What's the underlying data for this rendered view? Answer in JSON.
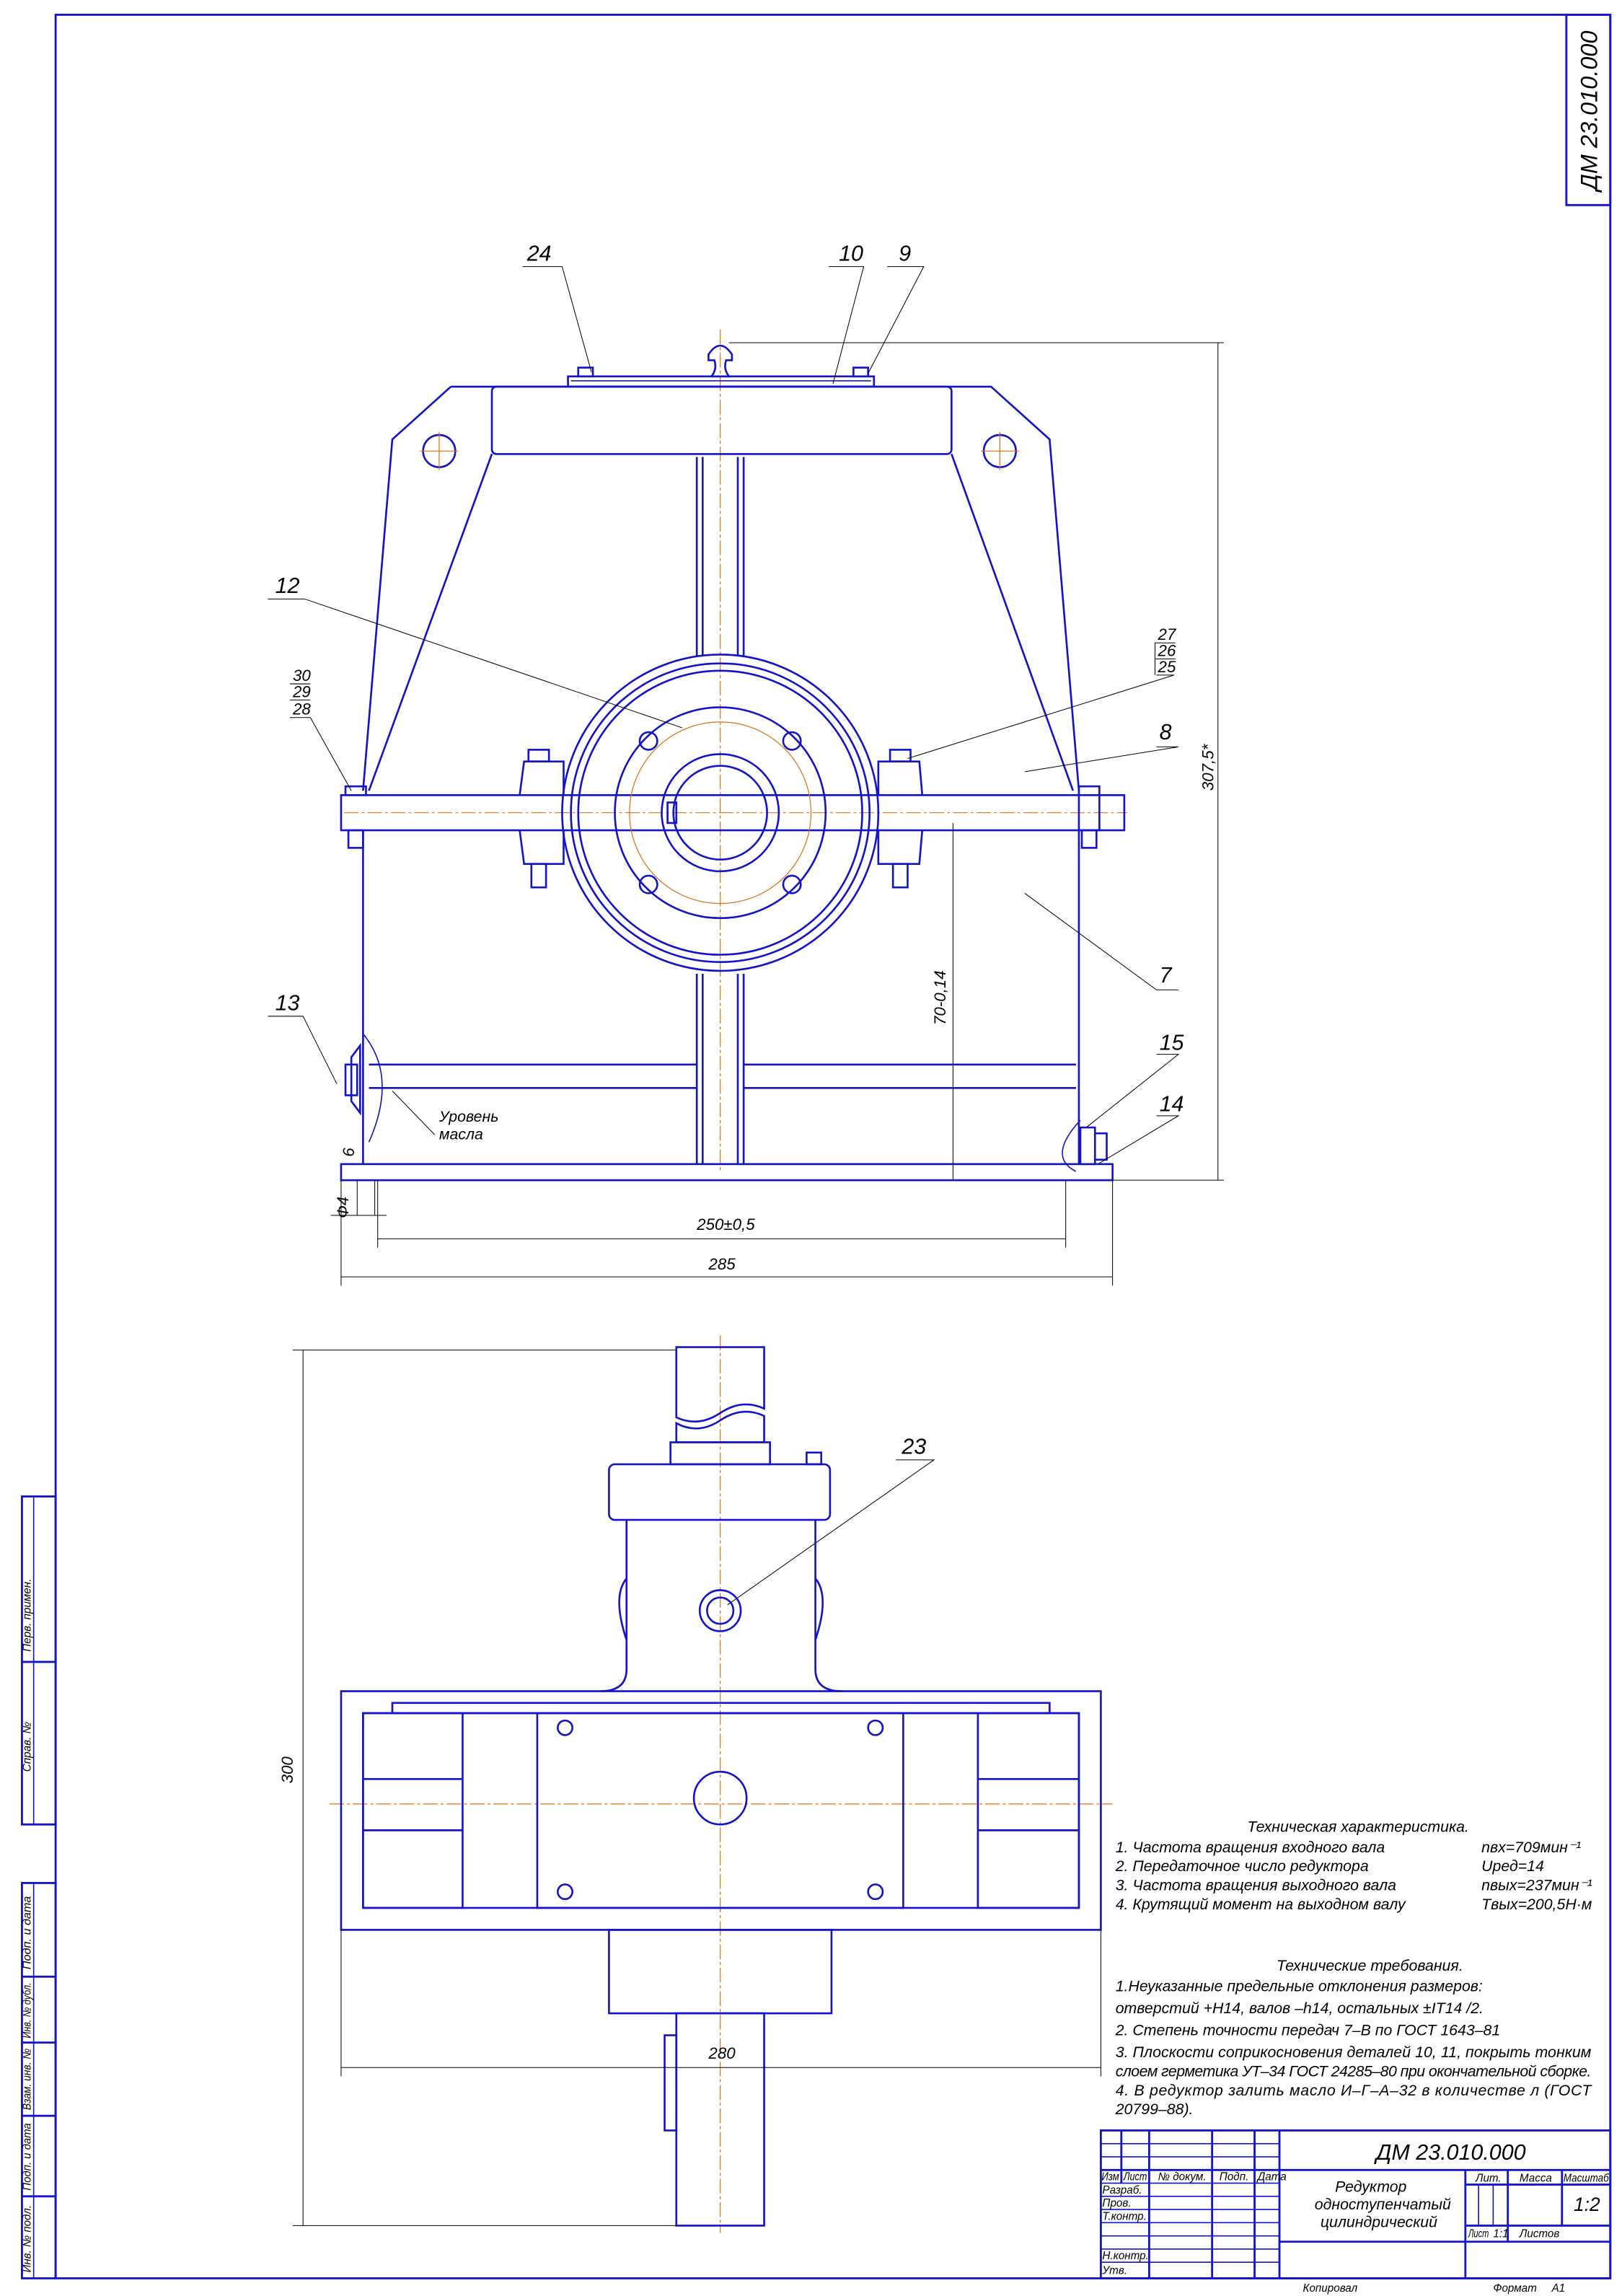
{
  "designation": "ДМ 23.010.000",
  "stamp_designation": "ДМ 23.010.000",
  "title_block": {
    "title_lines": [
      "Редуктор",
      "одноступенчатый",
      "цилиндрический"
    ],
    "headers": [
      "Изм",
      "Лист",
      "№ докум.",
      "Подп.",
      "Дата"
    ],
    "roles": [
      "Разраб.",
      "Пров.",
      "Т.контр.",
      "Н.контр.",
      "Утв."
    ],
    "lit_label": "Лит.",
    "mass_label": "Масса",
    "scale_label": "Масштаб",
    "scale_value": "1:2",
    "sheet_label": "Лист",
    "sheet_value": "1:1",
    "sheets_label": "Листов",
    "copied_label": "Копировал",
    "format_label": "Формат",
    "format_value": "А1"
  },
  "side_strip": [
    "Перв. примен.",
    "Справ. №",
    "Подп. и дата",
    "Инв. № дубл.",
    "Взам. инв. №",
    "Подп. и дата",
    "Инв. № подл."
  ],
  "callouts": {
    "p24": "24",
    "p10": "10",
    "p9": "9",
    "p12": "12",
    "p27": "27",
    "p26": "26",
    "p25": "25",
    "p30": "30",
    "p29": "29",
    "p28": "28",
    "p8": "8",
    "p7": "7",
    "p13": "13",
    "p15": "15",
    "p14": "14",
    "p23": "23"
  },
  "dimensions": {
    "height_total": "307,5*",
    "axis_height": "70-0,14",
    "bolt_span": "250±0,5",
    "width_total": "285",
    "hole_diameter": "Ф4",
    "level_mark": "6",
    "plan_height": "300",
    "plan_width": "280"
  },
  "oil_level_label": [
    "Уровень",
    "масла"
  ],
  "tech_characteristics": {
    "title": "Техническая характеристика.",
    "items": [
      {
        "text": "1. Частота вращения входного вала",
        "value": "nвх=709мин⁻¹"
      },
      {
        "text": "2. Передаточное число редуктора",
        "value": "Uред=14"
      },
      {
        "text": "3. Частота вращения выходного вала",
        "value": "nвых=237мин⁻¹"
      },
      {
        "text": "4. Крутящий момент на выходном валу",
        "value": "Tвых=200,5Н·м"
      }
    ]
  },
  "tech_requirements": {
    "title": "Технические требования.",
    "lines": [
      "1.Неуказанные предельные отклонения размеров:",
      " отверстий +H14, валов –h14, остальных ±IT14 /2.",
      "2. Степень точности передач 7–В по ГОСТ 1643–81",
      "3. Плоскости соприкосновения деталей 10, 11, покрыть тонким",
      "слоем герметика УТ–34 ГОСТ 24285–80 при окончательной сборке.",
      "4. В редуктор залить масло И–Г–А–32 в количестве    л (ГОСТ",
      "20799–88)."
    ]
  },
  "colors": {
    "line": "#1414c8",
    "axis": "#e07010",
    "dimension": "#000000"
  }
}
